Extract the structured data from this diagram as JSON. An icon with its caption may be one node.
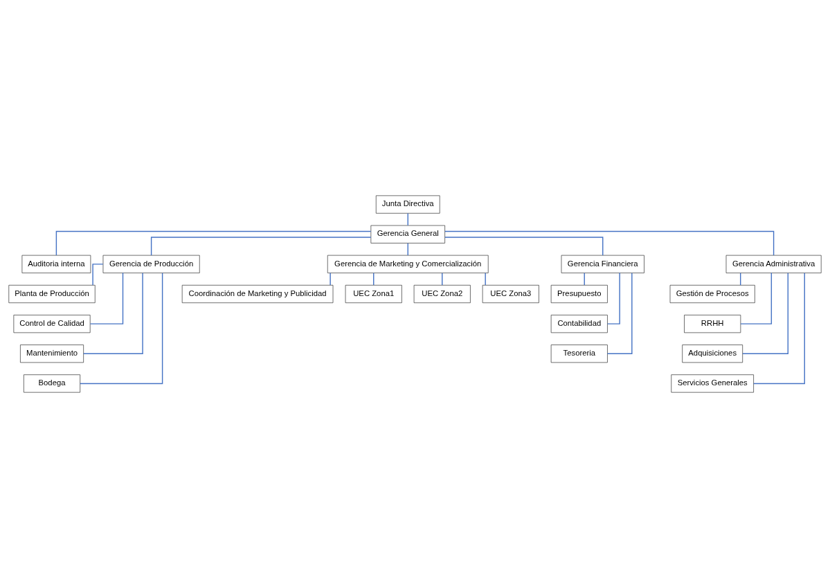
{
  "diagram": {
    "nodes": [
      {
        "text": [
          "Junta Directiva"
        ]
      },
      {
        "text": [
          "Gerencia General"
        ]
      },
      {
        "text": [
          "Auditoria interna"
        ]
      },
      {
        "text": [
          "Gerencia de Producción"
        ]
      },
      {
        "text": [
          "Gerencia de Marketing y Comercialización"
        ]
      },
      {
        "text": [
          "Gerencia Financiera"
        ]
      },
      {
        "text": [
          "Gerencia Administrativa"
        ]
      },
      {
        "text": [
          "Planta de Producción"
        ]
      },
      {
        "text": [
          "Control de Calidad"
        ]
      },
      {
        "text": [
          "Mantenimiento"
        ]
      },
      {
        "text": [
          "Bodega"
        ]
      },
      {
        "text": [
          "Coordinación de Marketing y Publicidad"
        ]
      },
      {
        "text": [
          "UEC Zona1"
        ]
      },
      {
        "text": [
          "UEC Zona2"
        ]
      },
      {
        "text": [
          "UEC Zona3"
        ]
      },
      {
        "text": [
          "Presupuesto"
        ]
      },
      {
        "text": [
          "Contabilidad"
        ]
      },
      {
        "text": [
          "Tesoreria"
        ]
      },
      {
        "text": [
          "Gestión de Procesos"
        ]
      },
      {
        "text": [
          "RRHH"
        ]
      },
      {
        "text": [
          "Adquisiciones"
        ]
      },
      {
        "text": [
          "Servicios Generales"
        ]
      }
    ],
    "edges": [
      {
        "from": 0,
        "to": 1,
        "arrow": "none"
      },
      {
        "from": 1,
        "to": 2,
        "arrow": "none"
      },
      {
        "from": 1,
        "to": 3,
        "arrow": "none"
      },
      {
        "from": 1,
        "to": 4,
        "arrow": "none"
      },
      {
        "from": 1,
        "to": 5,
        "arrow": "none"
      },
      {
        "from": 1,
        "to": 6,
        "arrow": "none"
      },
      {
        "from": 3,
        "to": 7,
        "arrow": "none"
      },
      {
        "from": 3,
        "to": 8,
        "arrow": "none"
      },
      {
        "from": 3,
        "to": 9,
        "arrow": "none"
      },
      {
        "from": 3,
        "to": 10,
        "arrow": "none"
      },
      {
        "from": 4,
        "to": 11,
        "arrow": "none"
      },
      {
        "from": 4,
        "to": 12,
        "arrow": "none"
      },
      {
        "from": 4,
        "to": 13,
        "arrow": "none"
      },
      {
        "from": 4,
        "to": 14,
        "arrow": "none"
      },
      {
        "from": 5,
        "to": 15,
        "arrow": "none"
      },
      {
        "from": 5,
        "to": 16,
        "arrow": "none"
      },
      {
        "from": 5,
        "to": 17,
        "arrow": "none"
      },
      {
        "from": 6,
        "to": 18,
        "arrow": "none"
      },
      {
        "from": 6,
        "to": 19,
        "arrow": "none"
      },
      {
        "from": 6,
        "to": 20,
        "arrow": "none"
      },
      {
        "from": 6,
        "to": 21,
        "arrow": "none"
      }
    ]
  }
}
